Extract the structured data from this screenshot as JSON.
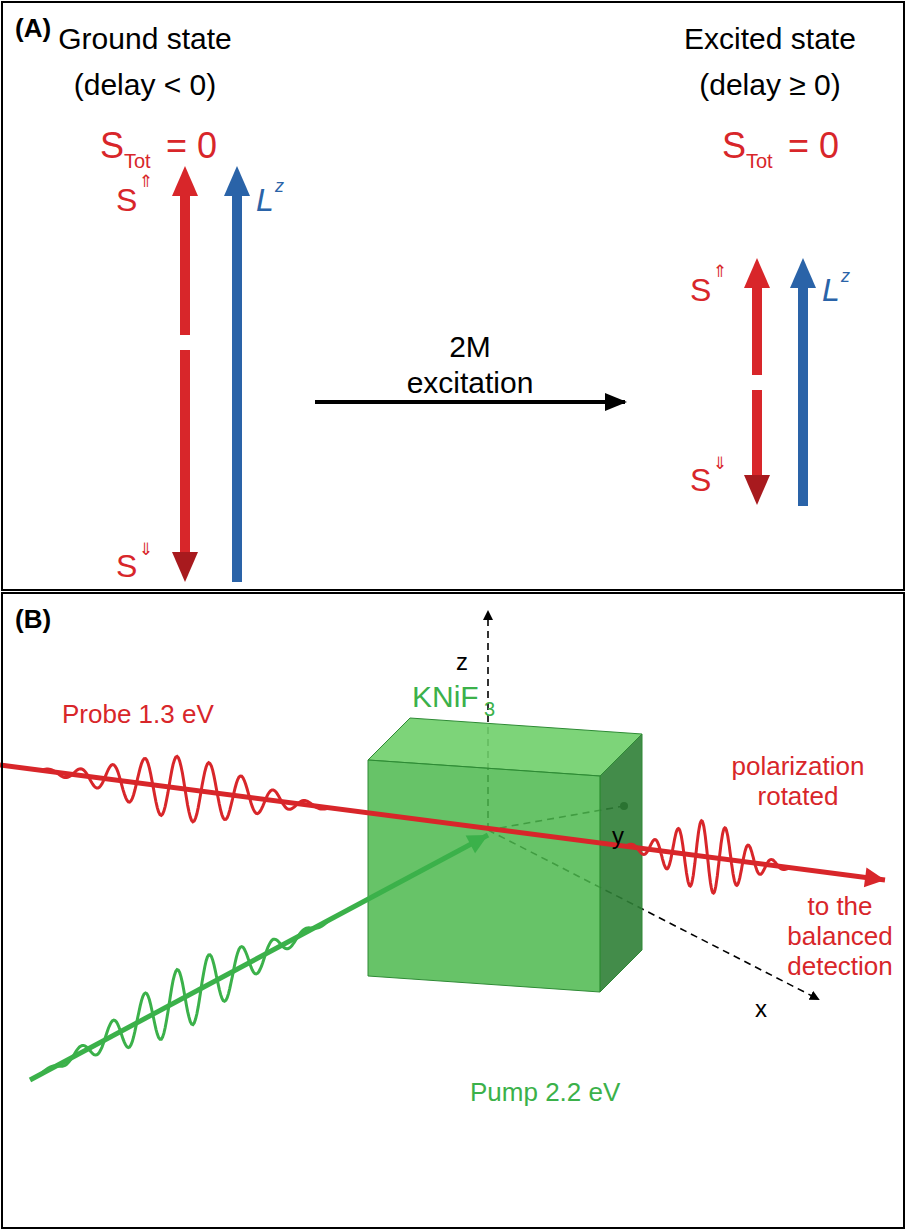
{
  "diagram": {
    "nodes": [
      {
        "text": [
          "(A)"
        ]
      },
      {
        "text": [
          "(B)"
        ]
      }
    ],
    "labels": [
      "Ground state",
      "(delay < 0)",
      "S",
      "Tot",
      "= 0",
      "S",
      "⇑",
      "L",
      "z",
      "S",
      "⇓",
      "2M",
      "excitation",
      "Excited state",
      "(delay ≥ 0)",
      "S",
      "Tot",
      "= 0",
      "S",
      "⇑",
      "L",
      "z",
      "S",
      "⇓",
      "z",
      "y",
      "x",
      "KNiF",
      "3",
      "Probe 1.3 eV",
      "Pump 2.2 eV",
      "polarization rotated",
      "to the balanced detection"
    ]
  }
}
